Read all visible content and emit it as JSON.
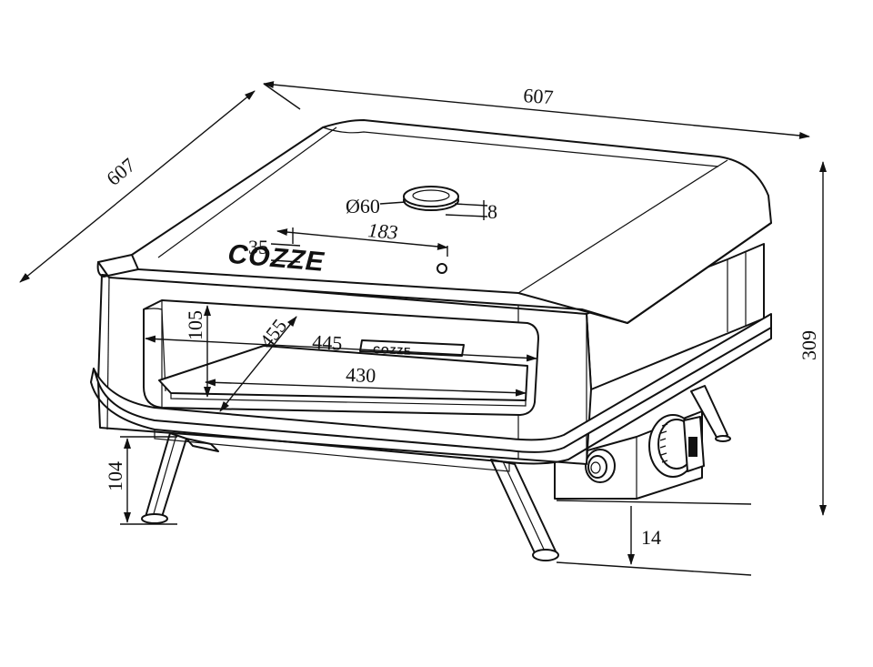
{
  "dimensions": {
    "width_top": "607",
    "depth_left": "607",
    "height_right": "309",
    "thermometer_dia": "Ø60",
    "thermometer_height": "8",
    "logo_length": "183",
    "logo_height": "35",
    "opening_height": "105",
    "stone_depth": "455",
    "opening_width": "445",
    "stone_width": "430",
    "leg_height": "104",
    "base_clearance": "14"
  },
  "brand": {
    "lid_logo": "COZZE",
    "front_logo": "COZZE"
  },
  "colors": {
    "line": "#111111",
    "background": "#ffffff"
  }
}
